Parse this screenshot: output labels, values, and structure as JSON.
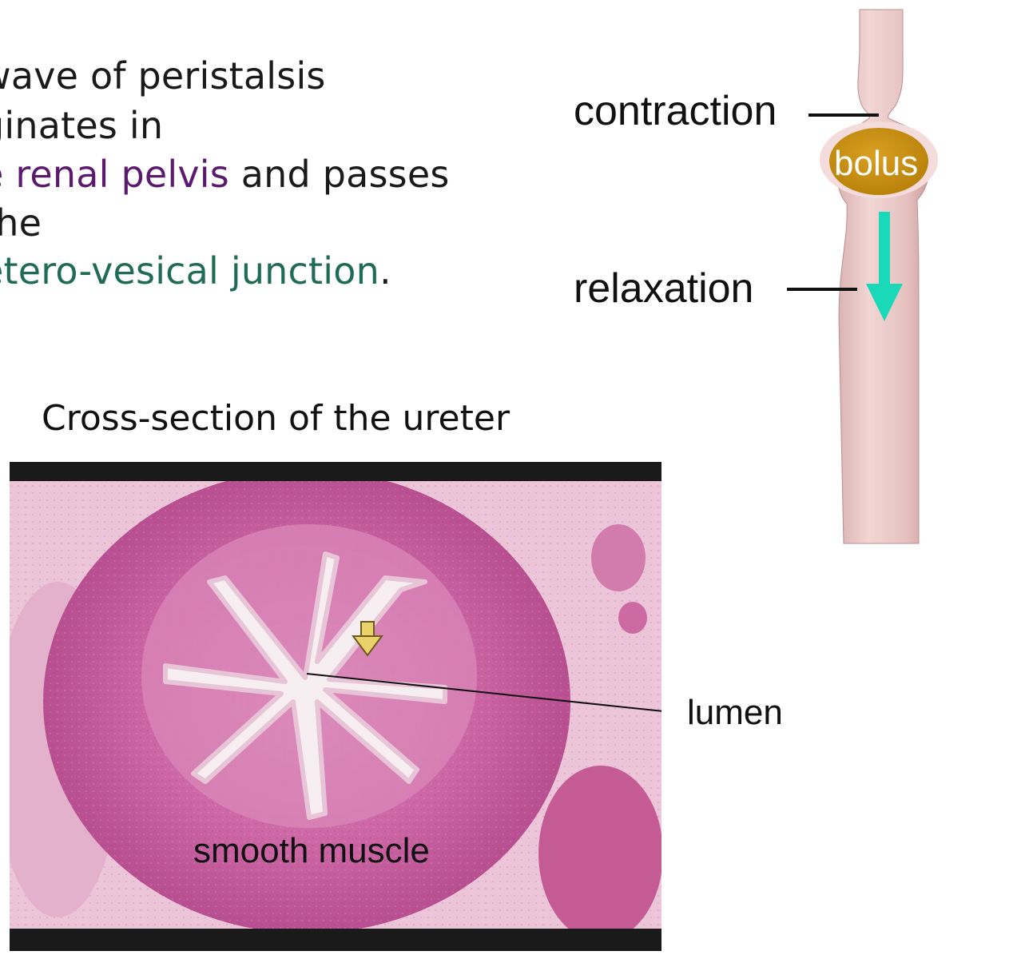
{
  "paragraph": {
    "line1": "wave of peristalsis",
    "line2": "ginates in",
    "line3_highlight": "e renal pelvis",
    "line3_rest": " and passes",
    "line4": "the",
    "line5_highlight": "etero-vesical junction",
    "line5_rest": "."
  },
  "diagram": {
    "contraction_label": "contraction",
    "bolus_label": "bolus",
    "relaxation_label": "relaxation"
  },
  "section": {
    "title": "Cross-section of the ureter"
  },
  "micrograph": {
    "lumen_label": "lumen",
    "smooth_muscle_label": "smooth muscle"
  },
  "colors": {
    "purple_text": "#5b1a6e",
    "teal_text": "#1f6b55",
    "bolus": "#c8900f",
    "arrow": "#1ad9b9",
    "tissue": "#c25a9a"
  }
}
